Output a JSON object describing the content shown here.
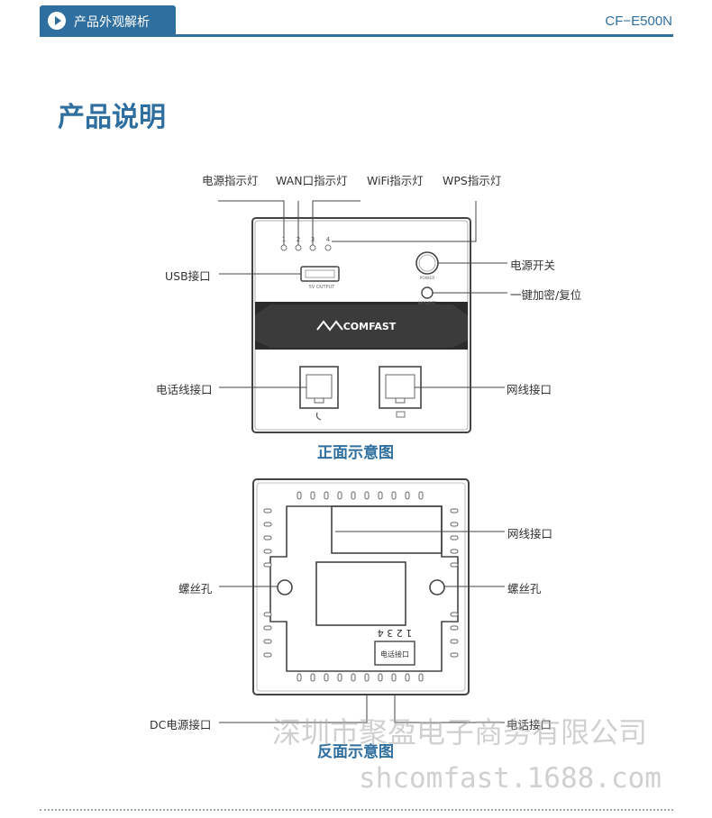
{
  "header": {
    "tab_label": "产品外观解析",
    "model": "CF−E500N"
  },
  "section_title": "产品说明",
  "front": {
    "caption": "正面示意图",
    "labels": {
      "power_led": "电源指示灯",
      "wan_led": "WAN口指示灯",
      "wifi_led": "WiFi指示灯",
      "wps_led": "WPS指示灯",
      "usb": "USB接口",
      "power_switch": "电源开关",
      "wps_reset": "一键加密/复位",
      "phone_port": "电话线接口",
      "lan_port": "网线接口"
    },
    "led_numbers": [
      "1",
      "2",
      "3",
      "4"
    ],
    "brand": "COMFAST",
    "usb_print": "5V OUTPUT",
    "power_print": "POWER",
    "wps_print": "WPS/RST"
  },
  "back": {
    "caption": "反面示意图",
    "labels": {
      "lan_port": "网线接口",
      "screw_hole_left": "螺丝孔",
      "screw_hole_right": "螺丝孔",
      "dc_port": "DC电源接口",
      "phone_port": "电话接口"
    },
    "pin_numbers": "1 2 3 4",
    "inner_label": "电话接口"
  },
  "watermark": {
    "line1": "深圳市聚盈电子商务有限公司",
    "line2": "shcomfast.1688.com"
  },
  "colors": {
    "accent": "#2f6f9f"
  }
}
